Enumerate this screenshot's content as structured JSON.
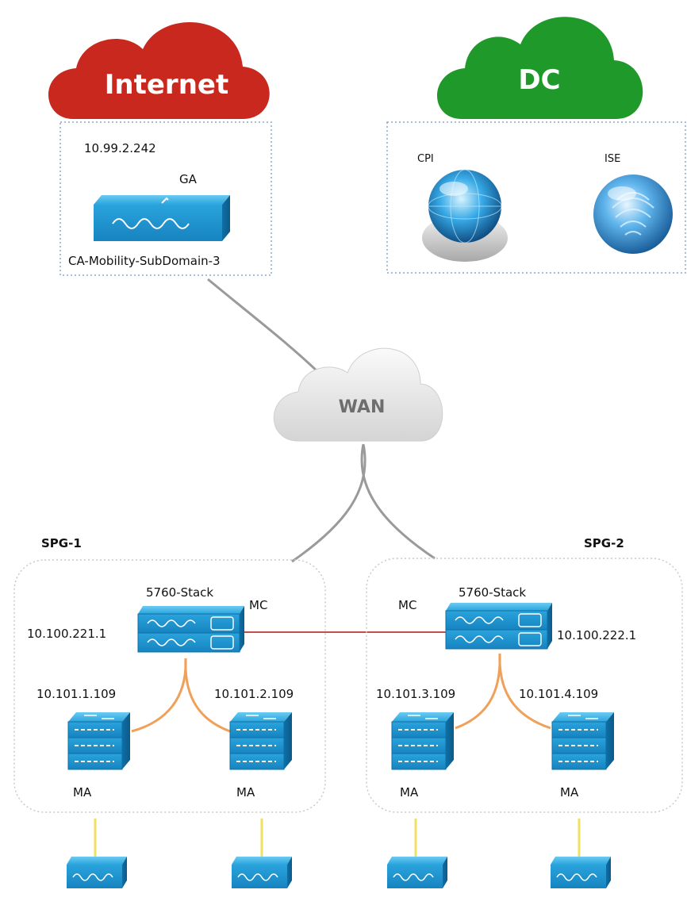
{
  "clouds": {
    "internet": {
      "label": "Internet",
      "color": "#c8281e"
    },
    "dc": {
      "label": "DC",
      "color": "#1f9a2a"
    },
    "wan": {
      "label": "WAN",
      "color": "#e6e6e6"
    }
  },
  "internet_zone": {
    "ip": "10.99.2.242",
    "role": "GA",
    "device_name": "CA-Mobility-SubDomain-3"
  },
  "dc_zone": {
    "servers": [
      {
        "name": "CPI",
        "icon": "globe-sphere-icon"
      },
      {
        "name": "ISE",
        "icon": "fingerprint-sphere-icon"
      }
    ]
  },
  "groups": [
    {
      "name": "SPG-1",
      "stack_label": "5760-Stack",
      "role": "MC",
      "stack_ip": "10.100.221.1",
      "agents": [
        {
          "ip": "10.101.1.109",
          "role": "MA"
        },
        {
          "ip": "10.101.2.109",
          "role": "MA"
        }
      ]
    },
    {
      "name": "SPG-2",
      "stack_label": "5760-Stack",
      "role": "MC",
      "stack_ip": "10.100.222.1",
      "agents": [
        {
          "ip": "10.101.3.109",
          "role": "MA"
        },
        {
          "ip": "10.101.4.109",
          "role": "MA"
        }
      ]
    }
  ],
  "colors": {
    "device_blue": "#1e9bd8",
    "device_dark": "#0e6fa3",
    "link_gray": "#9a9a9a",
    "link_orange": "#f0a058",
    "link_red": "#c0504d",
    "link_yellow": "#f0e060",
    "zone_border": "#8aa8c8"
  }
}
